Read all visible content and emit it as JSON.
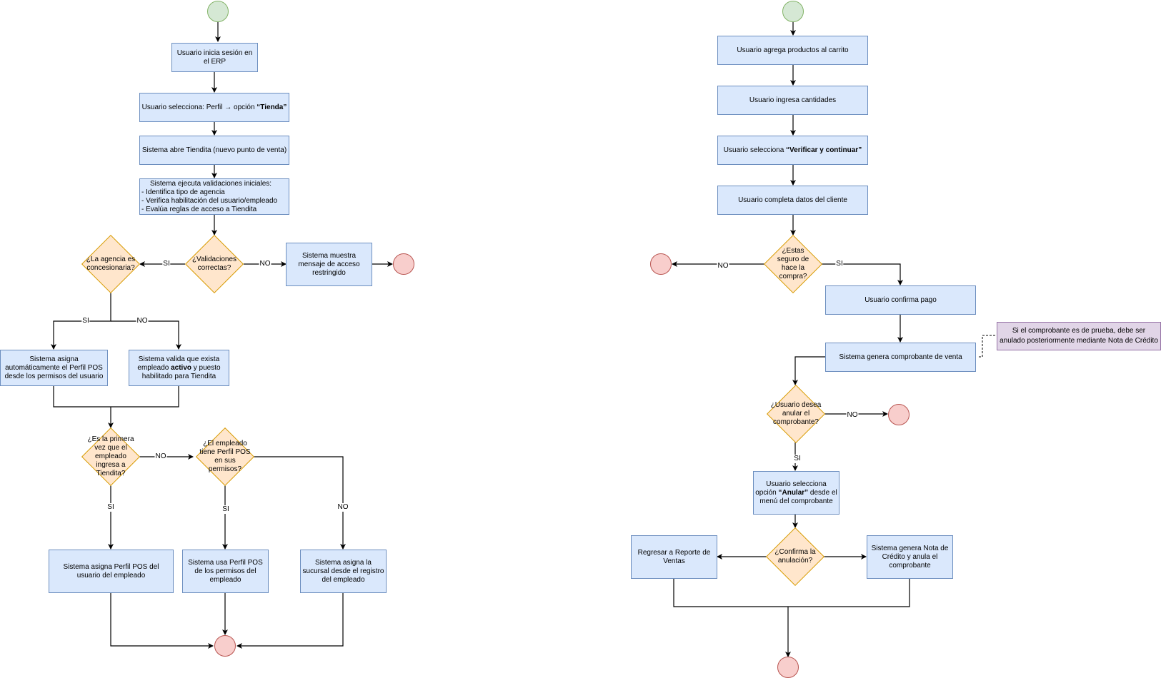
{
  "left_flow": {
    "n1": "Usuario inicia sesión en el ERP",
    "n2_pre": "Usuario selecciona: Perfil → opción ",
    "n2_bold": "“Tienda”",
    "n3": "Sistema abre Tiendita (nuevo punto de venta)",
    "n4_title": "Sistema ejecuta validaciones iniciales:",
    "n4_lines": [
      "- Identifica tipo de agencia",
      "- Verifica habilitación del usuario/empleado",
      "- Evalúa reglas de acceso a Tiendita"
    ],
    "d_valid": "¿Validaciones correctas?",
    "restricted": "Sistema muestra mensaje de acceso restringido",
    "d_agency": "¿La agencia es concesionaria?",
    "auto_pos": "Sistema asigna automáticamente el Perfil POS desde los permisos del usuario",
    "check_pre": "Sistema valida que exista empleado ",
    "check_bold": "activo",
    "check_post": " y puesto habilitado para Tiendita",
    "d_first": "¿Es la primera vez que el empleado ingresa a Tiendita?",
    "d_haspos": "¿El empleado tiene Perfil POS en sus permisos?",
    "assign_user_pos": "Sistema asigna Perfil POS del usuario del empleado",
    "use_pos": "Sistema usa Perfil POS de los permisos del empleado",
    "assign_branch": "Sistema asigna la sucursal desde el registro del empleado"
  },
  "right_flow": {
    "r1": "Usuario agrega productos al carrito",
    "r2": "Usuario ingresa cantidades",
    "r3_pre": "Usuario selecciona ",
    "r3_bold": "“Verificar y continuar”",
    "r4": "Usuario completa datos del cliente",
    "d_sure": "¿Estas seguro de hace la compra?",
    "r5": "Usuario confirma pago",
    "r6": "Sistema genera comprobante de venta",
    "note": "Si el comprobante es de prueba, debe ser anulado posteriormente mediante Nota de Crédito",
    "d_void": "¿Usuario desea anular el comprobante?",
    "r7_pre": "Usuario selecciona opción ",
    "r7_bold": "“Anular”",
    "r7_post": " desde el menú del comprobante",
    "d_confirm": "¿Confirma la anulación?",
    "back": "Regresar a Reporte de Ventas",
    "credit": "Sistema genera Nota de Crédito y anula el comprobante"
  },
  "labels": {
    "yes": "SI",
    "no": "NO"
  },
  "colors": {
    "process_fill": "#dae8fc",
    "process_stroke": "#6c8ebf",
    "decision_fill": "#ffe6cc",
    "decision_stroke": "#d79b00",
    "start_fill": "#d5e8d4",
    "end_fill": "#f8cecc",
    "note_fill": "#e1d5e7"
  }
}
